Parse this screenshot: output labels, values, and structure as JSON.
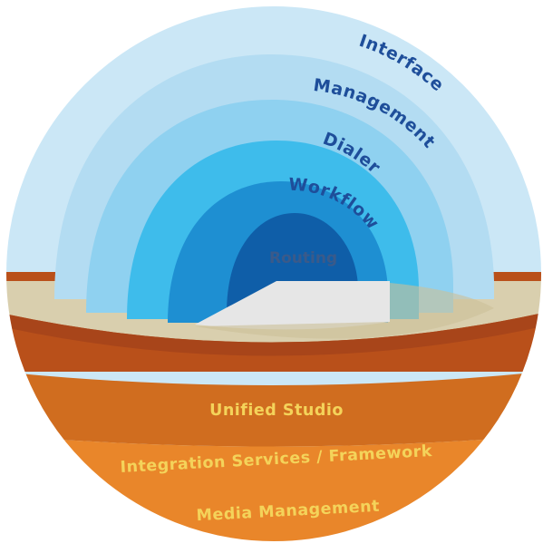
{
  "layers_upper": {
    "interface": "Interface",
    "management": "Management",
    "dialer": "Dialer",
    "workflow": "Workflow",
    "routing": "Routing"
  },
  "layers_lower": {
    "unified_studio": "Unified Studio",
    "integration": "Integration Services / Framework",
    "media": "Media Management"
  },
  "colors": {
    "sky_outer": "#cbe7f6",
    "sky_light": "#b3dcf2",
    "dome_management": "#8fd1f0",
    "dome_dialer": "#3ebceb",
    "dome_workflow": "#1e8fd2",
    "dome_routing": "#0f5ea8",
    "ground_top": "#d9cfae",
    "ground_band1": "#b9501a",
    "ground_band2": "#d06d1f",
    "ground_band3": "#e9862a"
  }
}
